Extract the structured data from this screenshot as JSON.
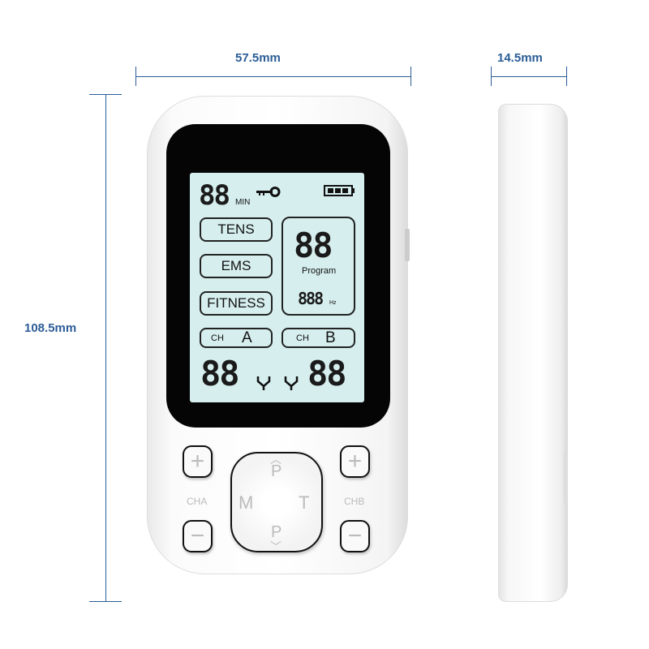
{
  "dimensions": {
    "width": "57.5mm",
    "depth": "14.5mm",
    "height": "108.5mm"
  },
  "colors": {
    "dimension": "#2c5d97",
    "lcd": "#d6eeee"
  },
  "lcd": {
    "timer": "88",
    "timer_unit": "MIN",
    "key_icon": "key-icon",
    "battery_icon": "battery-icon",
    "modes": [
      "TENS",
      "EMS",
      "FITNESS"
    ],
    "program_digits": "88",
    "program_label": "Program",
    "freq_digits": "888",
    "freq_unit": "Hz",
    "ch_label": "CH",
    "channel_a": "A",
    "channel_b": "B",
    "level_a": "88",
    "level_b": "88"
  },
  "buttons": {
    "plus": "+",
    "minus": "−",
    "cha": "CHA",
    "chb": "CHB",
    "m": "M",
    "t": "T",
    "p": "P",
    "up": "︿",
    "down": "﹀"
  }
}
